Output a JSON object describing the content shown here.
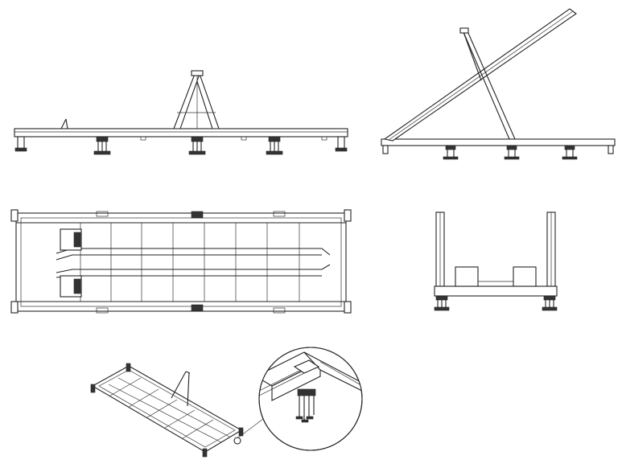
{
  "drawing": {
    "subject": "",
    "views": [
      "side-elevation-lowered",
      "side-elevation-raised",
      "plan-view",
      "end-elevation",
      "isometric-view",
      "detail-callout"
    ]
  }
}
